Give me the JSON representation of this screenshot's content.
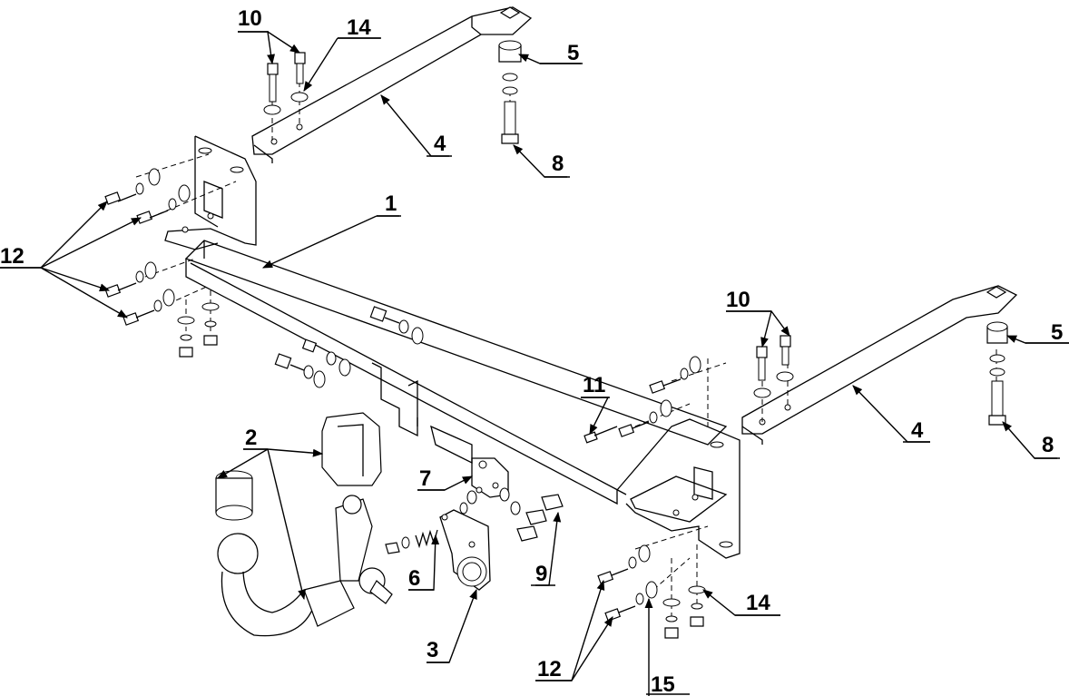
{
  "diagram": {
    "labels": {
      "part_1": "1",
      "part_2": "2",
      "part_3": "3",
      "part_4_left": "4",
      "part_4_right": "4",
      "part_5_left": "5",
      "part_5_right": "5",
      "part_6": "6",
      "part_7": "7",
      "part_8_left": "8",
      "part_8_right": "8",
      "part_9": "9",
      "part_10_left": "10",
      "part_10_right": "10",
      "part_11": "11",
      "part_12_left": "12",
      "part_12_bottom": "12",
      "part_14_left": "14",
      "part_14_right": "14",
      "part_15": "15"
    }
  }
}
